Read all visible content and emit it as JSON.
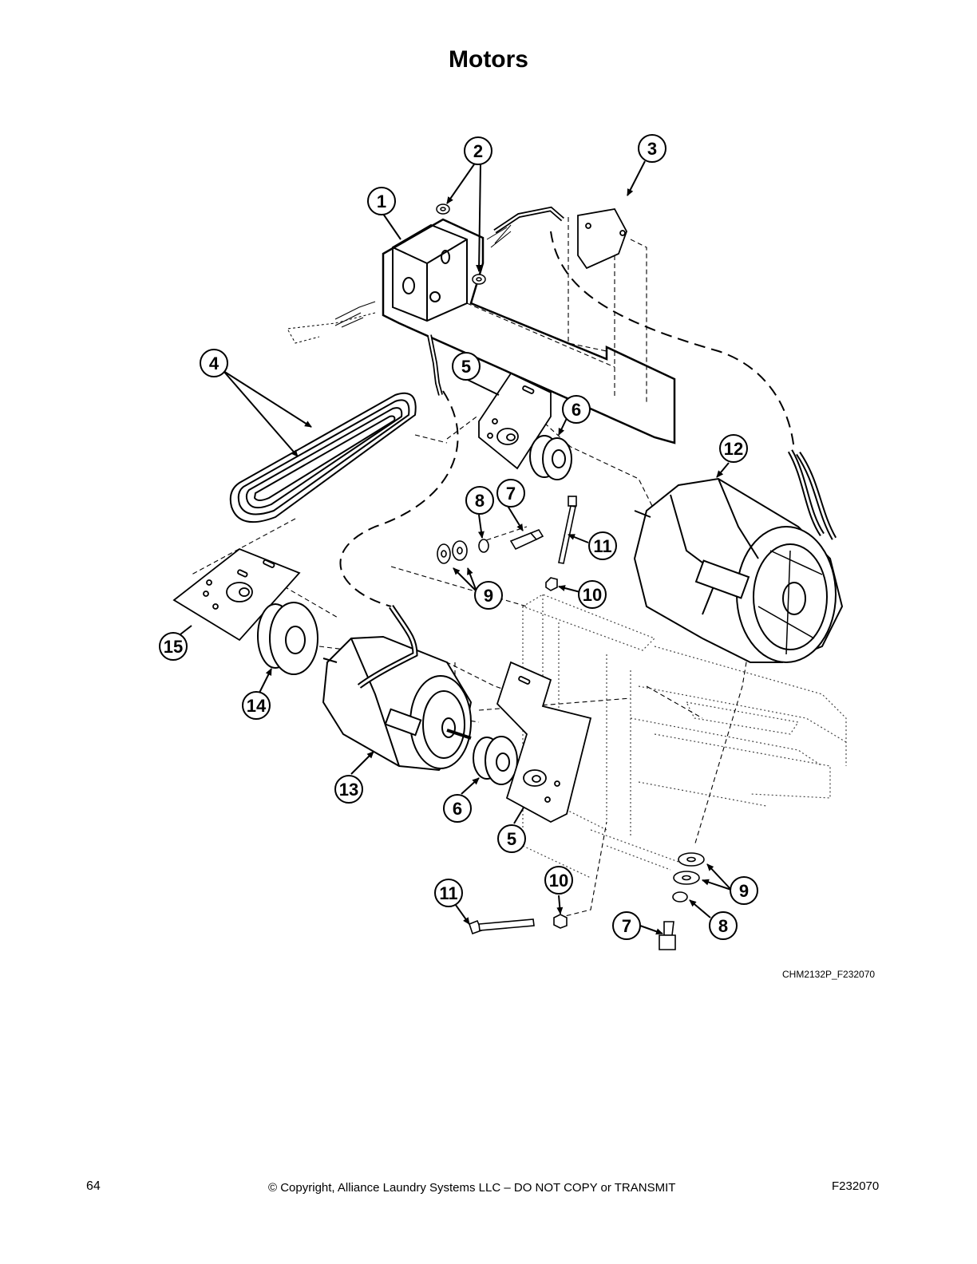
{
  "page_title": "Motors",
  "figure_code": "CHM2132P_F232070",
  "footer": {
    "page_number": "64",
    "copyright": "© Copyright, Alliance Laundry Systems LLC – DO NOT COPY or TRANSMIT",
    "doc_id": "F232070"
  },
  "callouts": [
    "1",
    "2",
    "3",
    "4",
    "5",
    "6",
    "12",
    "8",
    "7",
    "11",
    "9",
    "10",
    "15",
    "14",
    "13",
    "6",
    "5",
    "11",
    "10",
    "9",
    "7",
    "8"
  ]
}
